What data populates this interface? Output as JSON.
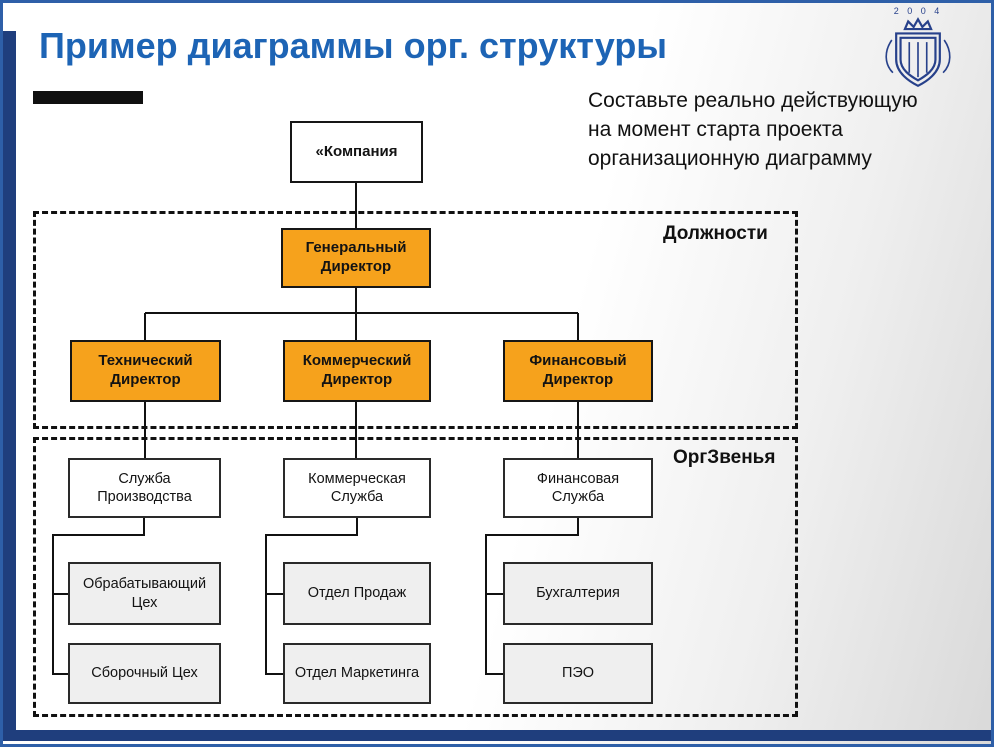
{
  "slide": {
    "title": "Пример диаграммы орг. структуры",
    "instruction_lines": [
      "Составьте реально действующую",
      "на момент старта проекта",
      "организационную диаграмму"
    ],
    "logo": {
      "year": "2 0 0 4"
    }
  },
  "regions": {
    "positions_label": "Должности",
    "org_units_label": "ОргЗвенья"
  },
  "org_chart": {
    "root": "«Компания",
    "ceo": "Генеральный Директор",
    "directors": [
      "Технический Директор",
      "Коммерческий Директор",
      "Финансовый Директор"
    ],
    "services": [
      "Служба Производства",
      "Коммерческая Служба",
      "Финансовая Служба"
    ],
    "units": [
      [
        "Обрабатывающий Цех",
        "Сборочный Цех"
      ],
      [
        "Отдел Продаж",
        "Отдел Маркетинга"
      ],
      [
        "Бухгалтерия",
        "ПЭО"
      ]
    ]
  },
  "colors": {
    "title_blue": "#1d64b5",
    "accent_orange": "#F6A21C",
    "navy_bar": "#1f3e7d",
    "frame_blue": "#2e5fa8",
    "line_black": "#111111",
    "crest_blue": "#27418b"
  }
}
